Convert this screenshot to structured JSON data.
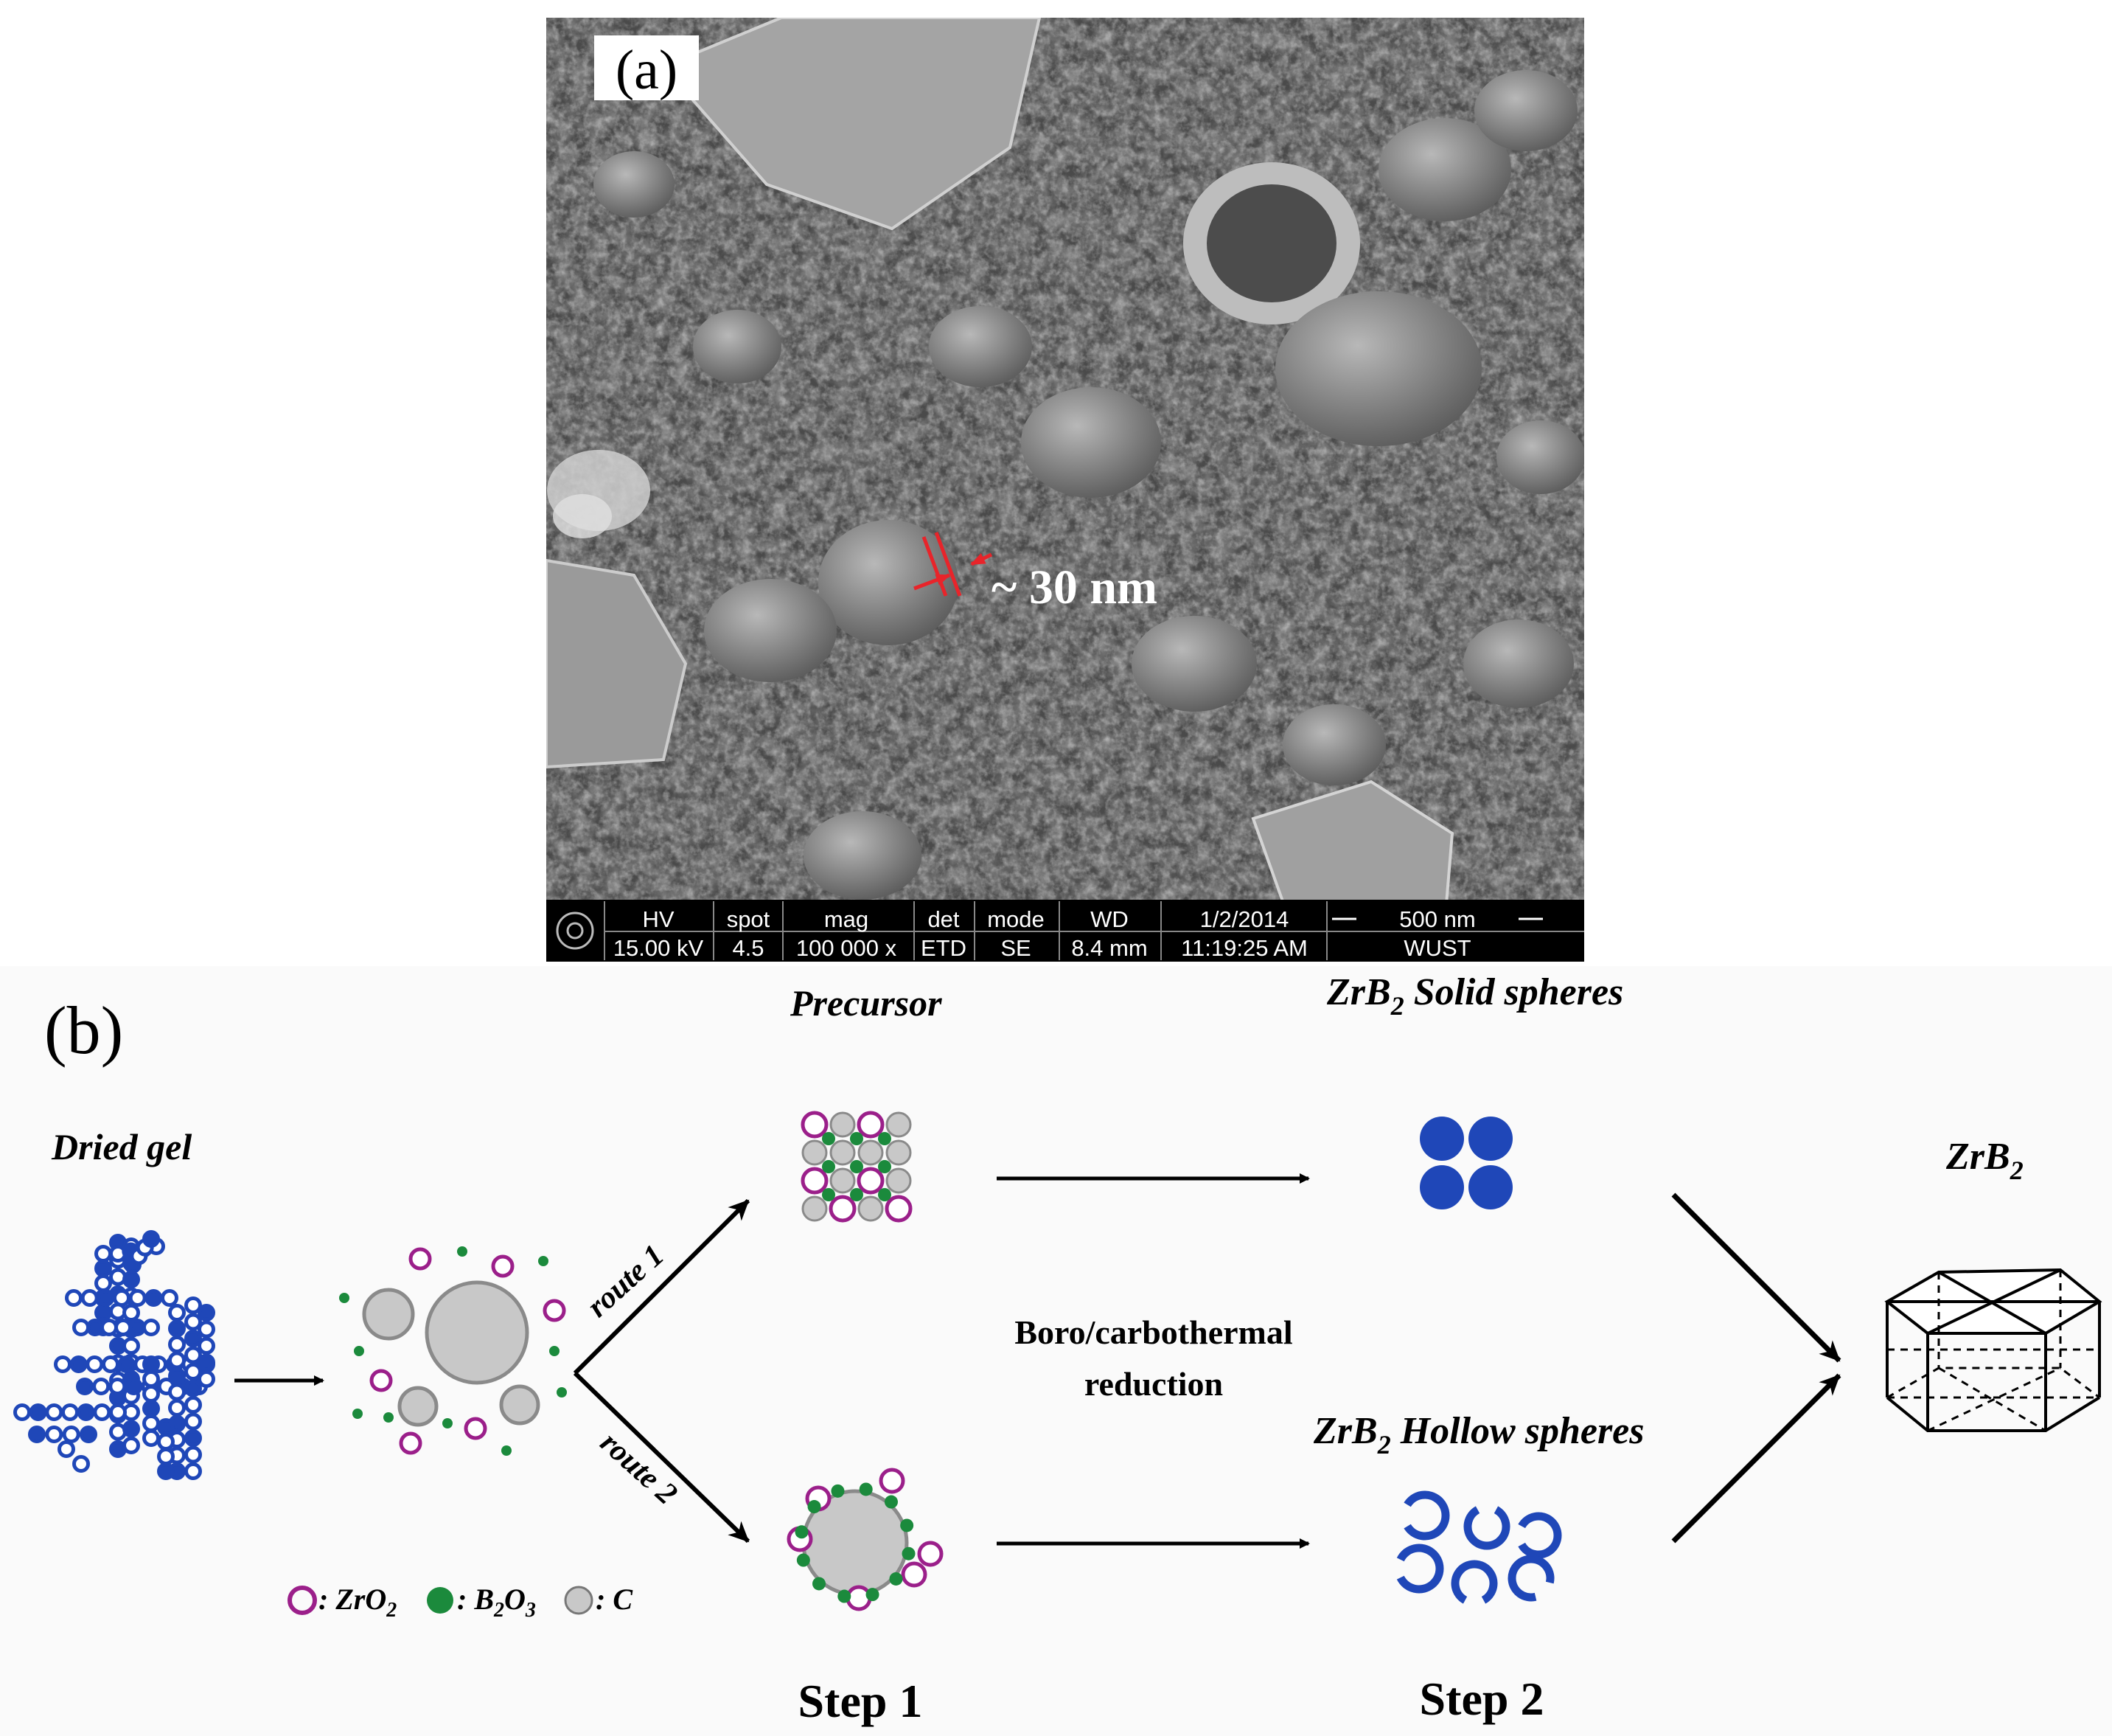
{
  "panel_a": {
    "label": "(a)",
    "annotation": "~ 30 nm",
    "info_bar": {
      "columns": [
        {
          "header": "HV",
          "value": "15.00 kV"
        },
        {
          "header": "spot",
          "value": "4.5"
        },
        {
          "header": "mag",
          "value": "100 000 x"
        },
        {
          "header": "det",
          "value": "ETD"
        },
        {
          "header": "mode",
          "value": "SE"
        },
        {
          "header": "WD",
          "value": "8.4 mm"
        },
        {
          "header": "1/2/2014",
          "value": "11:19:25 AM"
        }
      ],
      "scale_label": "500 nm",
      "institution": "WUST"
    }
  },
  "panel_b": {
    "label": "(b)",
    "dried_gel": "Dried gel",
    "precursor": "Precursor",
    "solid_spheres": {
      "main": "ZrB",
      "sub": "2",
      "rest": " Solid spheres"
    },
    "hollow_spheres": {
      "main": "ZrB",
      "sub": "2",
      "rest": " Hollow spheres"
    },
    "product": {
      "main": "ZrB",
      "sub": "2"
    },
    "route1": "route 1",
    "route2": "route 2",
    "reaction_line1": "Boro/carbothermal",
    "reaction_line2": "reduction",
    "step1": "Step 1",
    "step2": "Step 2",
    "legend": {
      "zro2": {
        "main": ": ZrO",
        "sub": "2"
      },
      "b2o3": {
        "pre": ": B",
        "sub1": "2",
        "mid": "O",
        "sub2": "3"
      },
      "c": ": C"
    },
    "colors": {
      "zro2": "#9b1f8a",
      "b2o3": "#1b8a3c",
      "carbon": "#c8c8c8",
      "zrb2": "#1f47b8"
    }
  }
}
